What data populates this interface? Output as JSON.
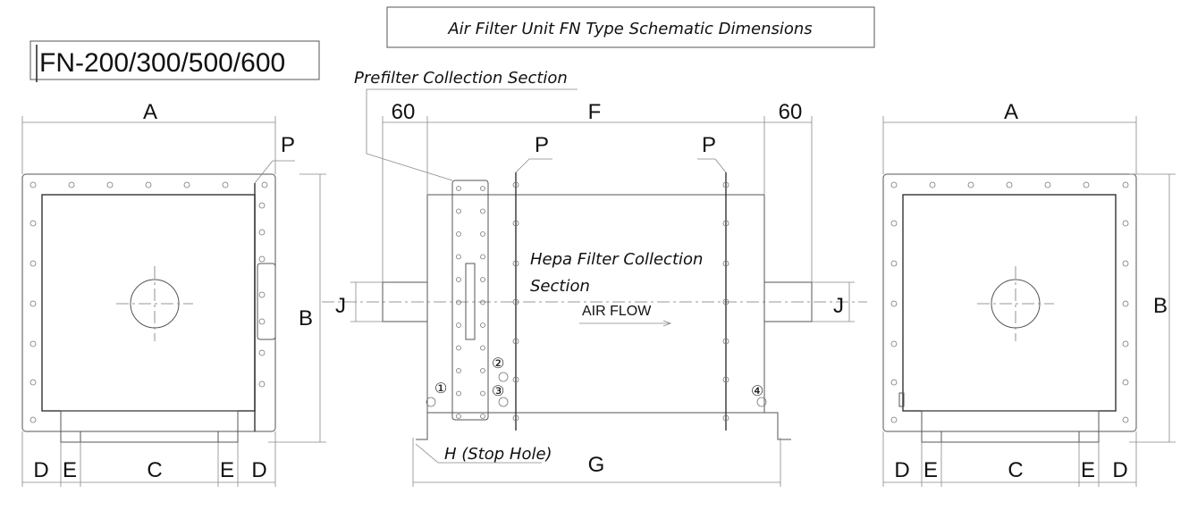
{
  "title": "Air Filter Unit FN Type Schematic Dimensions",
  "model": "FN-200/300/500/600",
  "callouts": {
    "prefilter": "Prefilter Collection Section",
    "hepa_line1": "Hepa Filter Collection",
    "hepa_line2": "Section",
    "airflow": "AIR FLOW",
    "stop_hole": "H (Stop Hole)"
  },
  "dimensions": {
    "A": "A",
    "B": "B",
    "C": "C",
    "D": "D",
    "E": "E",
    "F": "F",
    "G": "G",
    "J": "J",
    "P": "P",
    "offset": "60"
  },
  "ports": [
    "①",
    "②",
    "③",
    "④"
  ]
}
